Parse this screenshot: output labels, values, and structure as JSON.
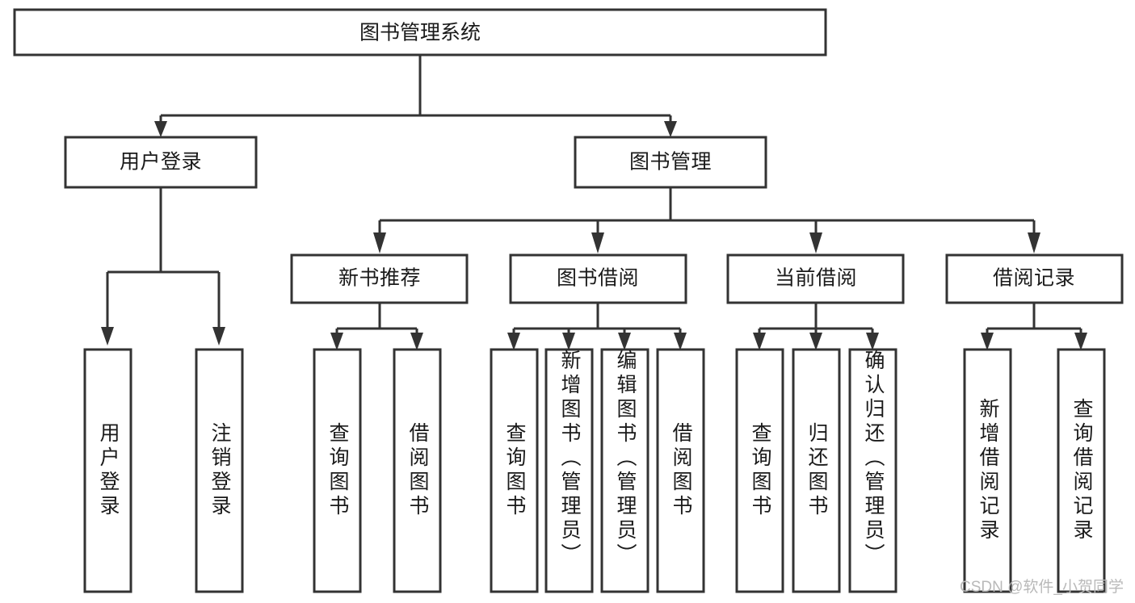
{
  "diagram": {
    "type": "tree-hierarchy",
    "orientation": "top-down",
    "colors": {
      "stroke": "#333333",
      "box_fill": "#ffffff",
      "text": "#1a1a1a",
      "background": "#ffffff",
      "watermark": "#b9b9b9"
    },
    "root": {
      "id": "root",
      "label": "图书管理系统"
    },
    "level2": [
      {
        "id": "user-login",
        "label": "用户登录"
      },
      {
        "id": "book-management",
        "label": "图书管理"
      }
    ],
    "level3": [
      {
        "id": "new-book-recommend",
        "label": "新书推荐",
        "parent": "book-management"
      },
      {
        "id": "book-borrow",
        "label": "图书借阅",
        "parent": "book-management"
      },
      {
        "id": "current-borrow",
        "label": "当前借阅",
        "parent": "book-management"
      },
      {
        "id": "borrow-record",
        "label": "借阅记录",
        "parent": "book-management"
      }
    ],
    "leaves": {
      "user-login": [
        {
          "id": "leaf-user-login",
          "label": "用户登录"
        },
        {
          "id": "leaf-user-logout",
          "label": "注销登录"
        }
      ],
      "new-book-recommend": [
        {
          "id": "leaf-query-book-1",
          "label": "查询图书"
        },
        {
          "id": "leaf-borrow-book-1",
          "label": "借阅图书"
        }
      ],
      "book-borrow": [
        {
          "id": "leaf-query-book-2",
          "label": "查询图书"
        },
        {
          "id": "leaf-add-book",
          "label": "新增图书（管理员）"
        },
        {
          "id": "leaf-edit-book",
          "label": "编辑图书（管理员）"
        },
        {
          "id": "leaf-borrow-book-2",
          "label": "借阅图书"
        }
      ],
      "current-borrow": [
        {
          "id": "leaf-query-book-3",
          "label": "查询图书"
        },
        {
          "id": "leaf-return-book",
          "label": "归还图书"
        },
        {
          "id": "leaf-confirm-return",
          "label": "确认归还（管理员）"
        }
      ],
      "borrow-record": [
        {
          "id": "leaf-add-record",
          "label": "新增借阅记录"
        },
        {
          "id": "leaf-query-record",
          "label": "查询借阅记录"
        }
      ]
    }
  },
  "watermark": {
    "text": "CSDN @软件_小贺同学"
  }
}
